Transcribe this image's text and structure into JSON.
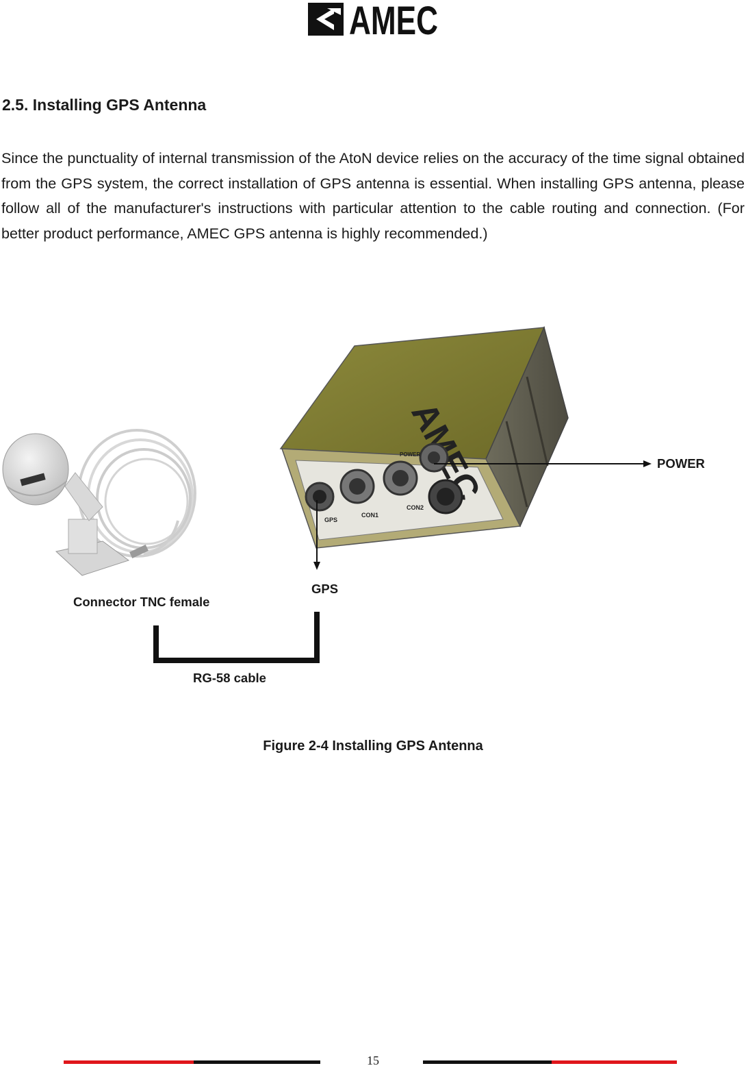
{
  "header": {
    "logo_icon": "amec-logo-icon",
    "logo_text": "AMEC"
  },
  "section": {
    "heading": "2.5. Installing GPS Antenna",
    "paragraph": "Since the punctuality of internal transmission of the AtoN device relies on the accuracy of the time signal obtained from the GPS system, the correct installation of GPS antenna is essential. When installing GPS antenna, please follow all of the manufacturer's instructions with particular attention to the cable routing and connection. (For better product performance, AMEC GPS antenna is highly recommended.)"
  },
  "figure": {
    "device_brand": "AMEC",
    "device_ports": [
      "GPS",
      "CON1",
      "CON2",
      "POWER"
    ],
    "labels": {
      "power": "POWER",
      "gps": "GPS",
      "connector": "Connector TNC female",
      "cable": "RG-58 cable"
    },
    "caption": "Figure 2-4 Installing GPS Antenna"
  },
  "footer": {
    "page_number": "15",
    "accent_color": "#e0161b"
  }
}
